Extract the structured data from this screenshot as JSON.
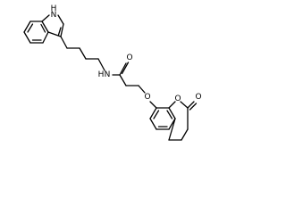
{
  "atoms": {
    "indole_nh": {
      "symbol": "N",
      "hydrogen": "H"
    },
    "amide_nh": {
      "symbol": "N",
      "hydrogen": "H"
    },
    "amide_o": {
      "symbol": "O"
    },
    "ether_o": {
      "symbol": "O"
    },
    "ring_o": {
      "symbol": "O"
    },
    "lactone_o": {
      "symbol": "O"
    }
  },
  "colors": {
    "bond": "#000000",
    "label": "#000000",
    "background": "#ffffff"
  }
}
